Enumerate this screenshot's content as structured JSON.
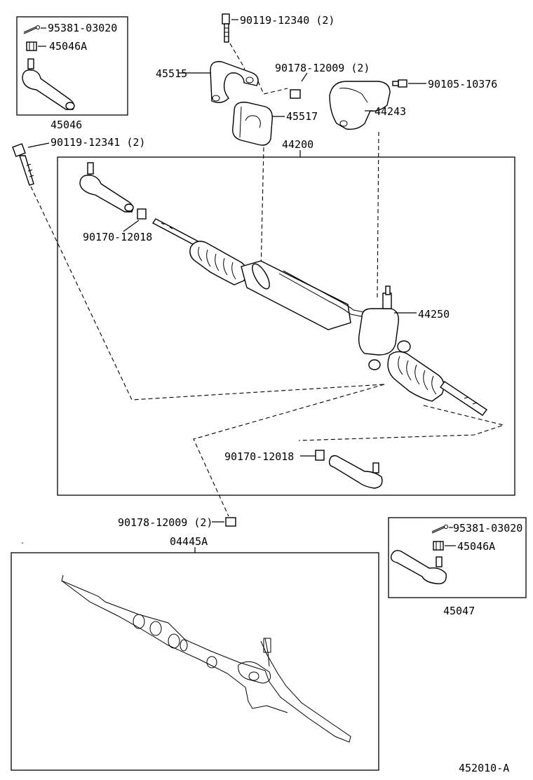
{
  "parts": {
    "tl_cotter": "95381-03020",
    "tl_nut": "45046A",
    "tl_group": "45046",
    "top_bolt": "90119-12340 (2)",
    "bracket": "45515",
    "nut_top": "90178-12009 (2)",
    "bolt_right": "90105-10376",
    "bushing": "45517",
    "cover": "44243",
    "long_bolt": "90119-12341 (2)",
    "assembly": "44200",
    "lock_nut_left": "90170-12018",
    "valve": "44250",
    "lock_nut_right": "90170-12018",
    "nut_bottom": "90178-12009 (2)",
    "kit": "04445A",
    "br_cotter": "95381-03020",
    "br_nut": "45046A",
    "br_group": "45047",
    "figure_id": "452010-A"
  }
}
